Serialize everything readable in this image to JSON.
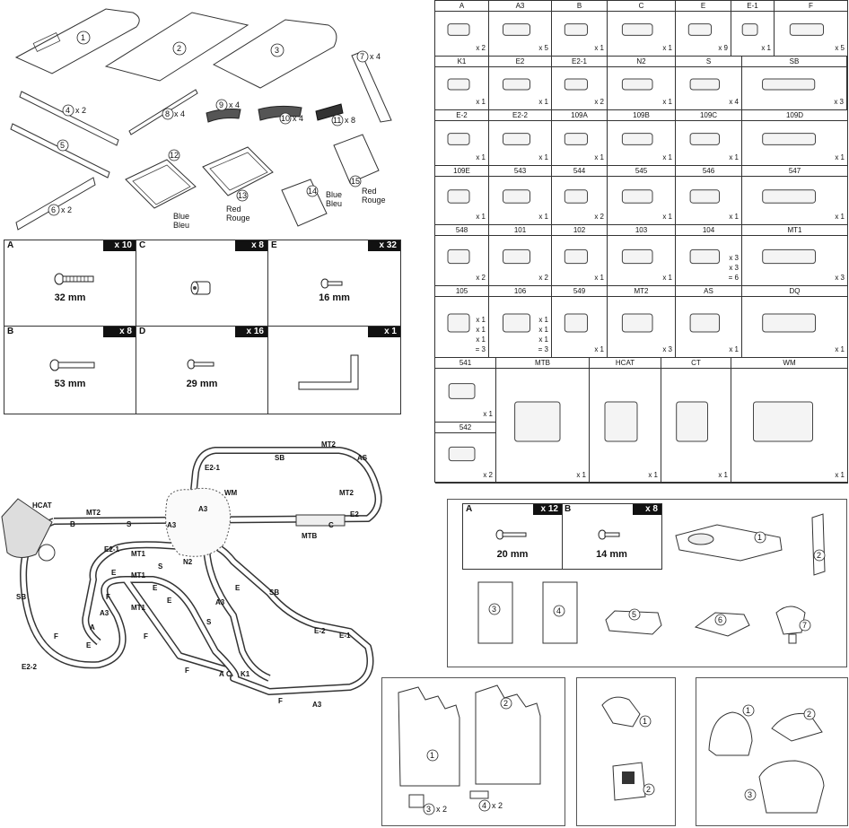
{
  "board_parts": {
    "labels": [
      "1",
      "2",
      "3",
      "4",
      "5",
      "6",
      "7",
      "8",
      "9",
      "10",
      "11",
      "12",
      "13",
      "14",
      "15"
    ],
    "qty": {
      "p4": "x 2",
      "p6": "x 2",
      "p7": "x 4",
      "p8": "x 4",
      "p9": "x 4",
      "p10": "x 4",
      "p11": "x 8"
    },
    "bin_labels": {
      "b12": "Blue\nBleu",
      "b13": "Red\nRouge",
      "b14": "Blue\nBleu",
      "b15": "Red\nRouge"
    }
  },
  "hardware": [
    {
      "letter": "A",
      "qty": "x 10",
      "size": "32 mm"
    },
    {
      "letter": "C",
      "qty": "x 8",
      "size": ""
    },
    {
      "letter": "E",
      "qty": "x 32",
      "size": "16 mm"
    },
    {
      "letter": "B",
      "qty": "x 8",
      "size": "53 mm"
    },
    {
      "letter": "D",
      "qty": "x 16",
      "size": "29 mm"
    },
    {
      "letter": "",
      "qty": "x 1",
      "size": ""
    }
  ],
  "parts_grid": {
    "row1": [
      {
        "code": "A",
        "qty": "x 2"
      },
      {
        "code": "A3",
        "qty": "x 5"
      },
      {
        "code": "B",
        "qty": "x 1"
      },
      {
        "code": "C",
        "qty": "x 1"
      },
      {
        "code": "E",
        "qty": "x 9"
      },
      {
        "code": "E-1",
        "qty": "x 1"
      },
      {
        "code": "F",
        "qty": "x 5"
      }
    ],
    "row2": [
      {
        "code": "K1",
        "qty": "x 1"
      },
      {
        "code": "E2",
        "qty": "x 1"
      },
      {
        "code": "E2-1",
        "qty": "x 2"
      },
      {
        "code": "N2",
        "qty": "x 1"
      },
      {
        "code": "S",
        "qty": "x 4"
      },
      {
        "code": "SB",
        "qty": "x 3"
      }
    ],
    "row3": [
      {
        "code": "E-2",
        "qty": "x 1"
      },
      {
        "code": "E2-2",
        "qty": "x 1"
      },
      {
        "code": "109A",
        "qty": "x 1"
      },
      {
        "code": "109B",
        "qty": "x 1"
      },
      {
        "code": "109C",
        "qty": "x 1"
      },
      {
        "code": "109D",
        "qty": "x 1"
      }
    ],
    "row4": [
      {
        "code": "109E",
        "qty": "x 1"
      },
      {
        "code": "543",
        "qty": "x 1"
      },
      {
        "code": "544",
        "qty": "x 2"
      },
      {
        "code": "545",
        "qty": "x 1"
      },
      {
        "code": "546",
        "qty": "x 1"
      },
      {
        "code": "547",
        "qty": "x 1"
      }
    ],
    "row5": [
      {
        "code": "548",
        "qty": "x 2"
      },
      {
        "code": "101",
        "qty": "x 2"
      },
      {
        "code": "102",
        "qty": "x 1"
      },
      {
        "code": "103",
        "qty": "x 1"
      },
      {
        "code": "104",
        "qty": "x 3\nx 3\n= 6"
      },
      {
        "code": "MT1",
        "qty": "x 3"
      }
    ],
    "row6": [
      {
        "code": "105",
        "qty": "x 1\nx 1\nx 1\n= 3"
      },
      {
        "code": "106",
        "qty": "x 1\nx 1\nx 1\n= 3"
      },
      {
        "code": "549",
        "qty": "x 1"
      },
      {
        "code": "MT2",
        "qty": "x 3"
      },
      {
        "code": "AS",
        "qty": "x 1"
      },
      {
        "code": "DQ",
        "qty": "x 1"
      }
    ],
    "row7": [
      {
        "code": "541",
        "qty": "x 1"
      },
      {
        "code": "MTB",
        "qty": "x 1"
      },
      {
        "code": "HCAT",
        "qty": "x 1"
      },
      {
        "code": "CT",
        "qty": "x 1"
      },
      {
        "code": "WM",
        "qty": "x 1"
      }
    ],
    "row8": [
      {
        "code": "542",
        "qty": "x 2"
      }
    ]
  },
  "layout_labels": [
    "MT2",
    "SB",
    "AS",
    "E2-1",
    "WM",
    "MT2",
    "HCAT",
    "MT2",
    "A3",
    "E2",
    "B",
    "S",
    "A3",
    "C",
    "MTB",
    "E2-1",
    "MT1",
    "N2",
    "S",
    "MT1",
    "E",
    "E",
    "SB",
    "A3",
    "F",
    "MT1",
    "SB",
    "E",
    "A3",
    "E-2",
    "E-1",
    "E2-2",
    "A",
    "C",
    "K1",
    "A3",
    "F",
    "F",
    "F",
    "E",
    "S",
    "E",
    "F",
    "A"
  ],
  "hardware2": [
    {
      "letter": "A",
      "qty": "x 12",
      "size": "20 mm"
    },
    {
      "letter": "B",
      "qty": "x 8",
      "size": "14 mm"
    }
  ],
  "sub_parts": [
    "1",
    "2",
    "3",
    "4",
    "5",
    "6",
    "7"
  ],
  "bottom_sets": {
    "mtb": {
      "labels": [
        "1",
        "2",
        "3",
        "4"
      ],
      "qty": [
        "x 2",
        "x 2"
      ]
    },
    "ct": {
      "labels": [
        "1",
        "2"
      ]
    },
    "wm": {
      "labels": [
        "1",
        "2",
        "3"
      ]
    }
  }
}
